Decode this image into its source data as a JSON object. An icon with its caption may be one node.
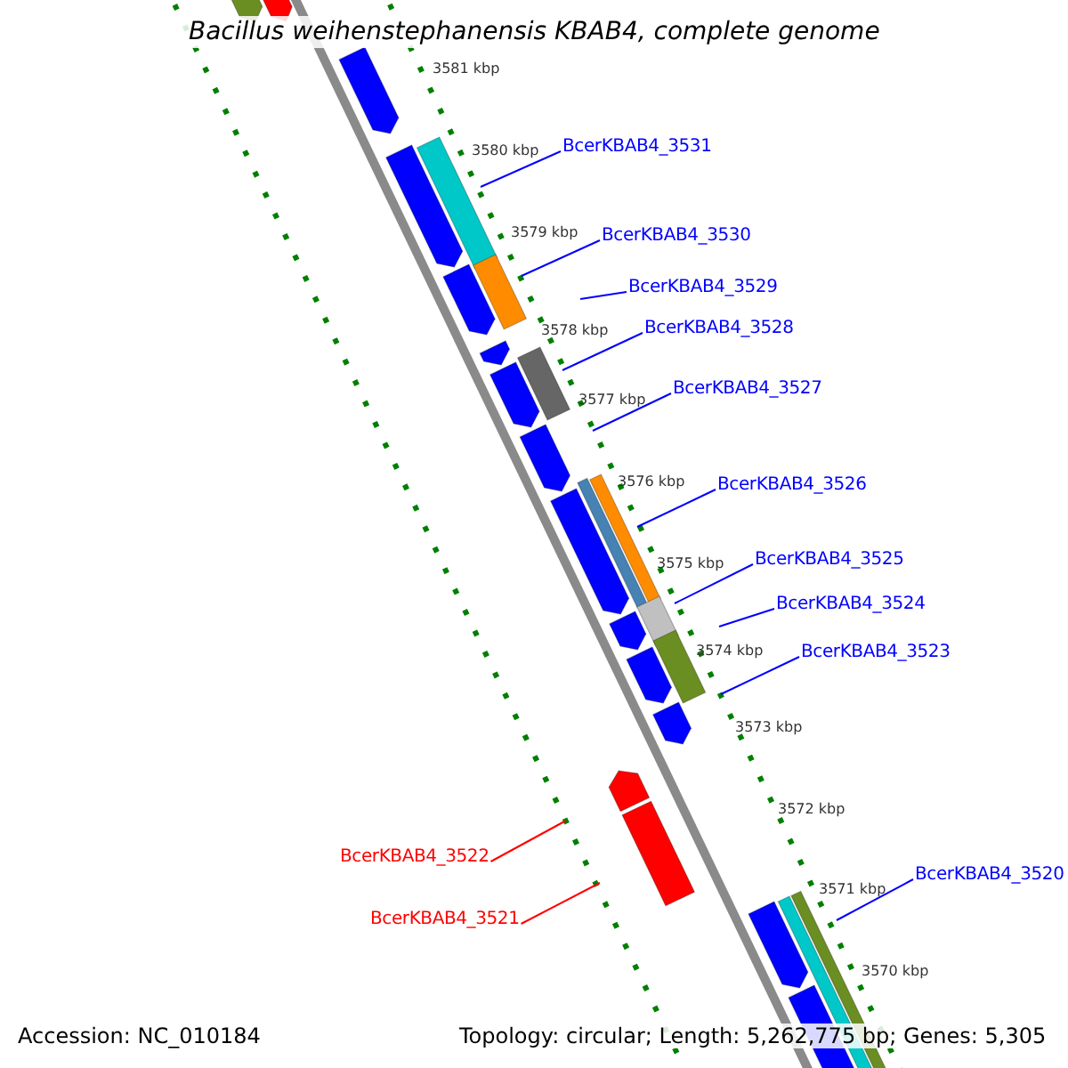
{
  "diagram": {
    "title": "Bacillus weihenstephanensis KBAB4, complete genome",
    "nodes": [
      {
        "text": [
          "BcerKBAB4_3531"
        ]
      },
      {
        "text": [
          "BcerKBAB4_3530"
        ]
      },
      {
        "text": [
          "BcerKBAB4_3529"
        ]
      },
      {
        "text": [
          "BcerKBAB4_3528"
        ]
      },
      {
        "text": [
          "BcerKBAB4_3527"
        ]
      },
      {
        "text": [
          "BcerKBAB4_3526"
        ]
      },
      {
        "text": [
          "BcerKBAB4_3525"
        ]
      },
      {
        "text": [
          "BcerKBAB4_3524"
        ]
      },
      {
        "text": [
          "BcerKBAB4_3523"
        ]
      },
      {
        "text": [
          "BcerKBAB4_3522"
        ]
      },
      {
        "text": [
          "BcerKBAB4_3520"
        ]
      },
      {
        "text": [
          "BcerKBAB4_3521"
        ]
      }
    ],
    "edges": [
      {
        "from": 0,
        "to": null,
        "arrow": "none"
      },
      {
        "from": 1,
        "to": null,
        "arrow": "none"
      },
      {
        "from": 2,
        "to": null,
        "arrow": "none"
      },
      {
        "from": 3,
        "to": null,
        "arrow": "none"
      },
      {
        "from": 4,
        "to": null,
        "arrow": "none"
      },
      {
        "from": 5,
        "to": null,
        "arrow": "none"
      },
      {
        "from": 6,
        "to": null,
        "arrow": "none"
      },
      {
        "from": 7,
        "to": null,
        "arrow": "none"
      },
      {
        "from": 8,
        "to": null,
        "arrow": "none"
      },
      {
        "from": 9,
        "to": null,
        "arrow": "none",
        "color": "#ff0000"
      },
      {
        "from": 10,
        "to": null,
        "arrow": "none"
      },
      {
        "from": 11,
        "to": null,
        "arrow": "none",
        "color": "#ff0000"
      }
    ],
    "labels": [
      "3581 kbp",
      "3580 kbp",
      "3579 kbp",
      "3578 kbp",
      "3577 kbp",
      "3576 kbp",
      "3575 kbp",
      "3574 kbp",
      "3573 kbp",
      "3572 kbp",
      "3571 kbp",
      "3570 kbp",
      "Accession: NC_010184",
      "Topology: circular; Length: 5,262,775 bp; Genes: 5,305"
    ]
  }
}
